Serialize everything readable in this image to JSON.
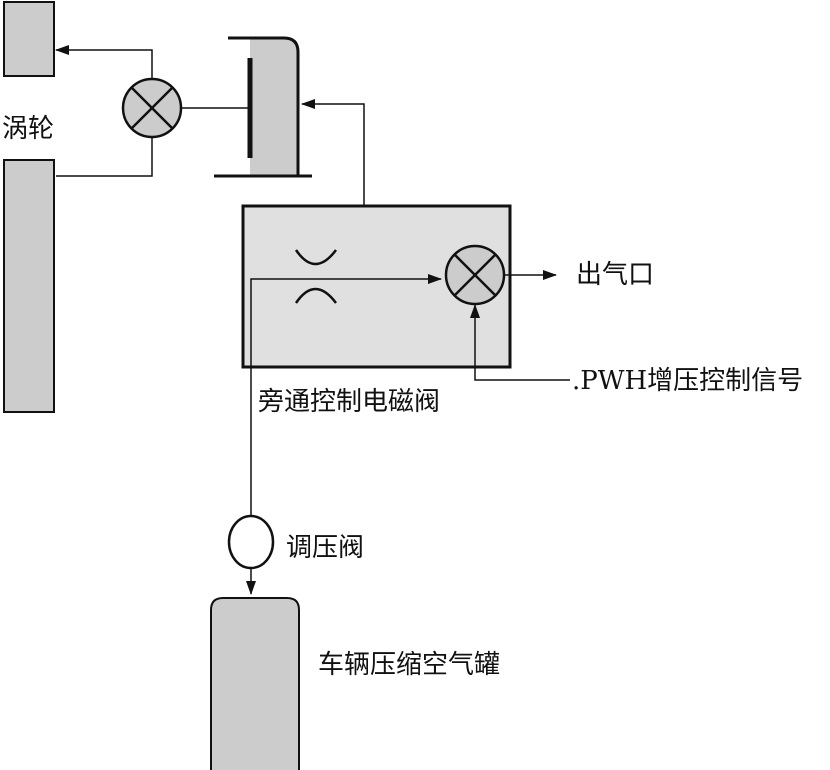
{
  "labels": {
    "turbine": "涡轮",
    "outlet": "出气口",
    "signal": ".PWH增压控制信号",
    "bypass_valve": "旁通控制电磁阀",
    "pressure_regulator": "调压阀",
    "air_tank": "车辆压缩空气罐"
  },
  "colors": {
    "fill_gray": "#cccccc",
    "fill_light": "#e0e0e0",
    "stroke": "#111111",
    "background": "#ffffff"
  }
}
